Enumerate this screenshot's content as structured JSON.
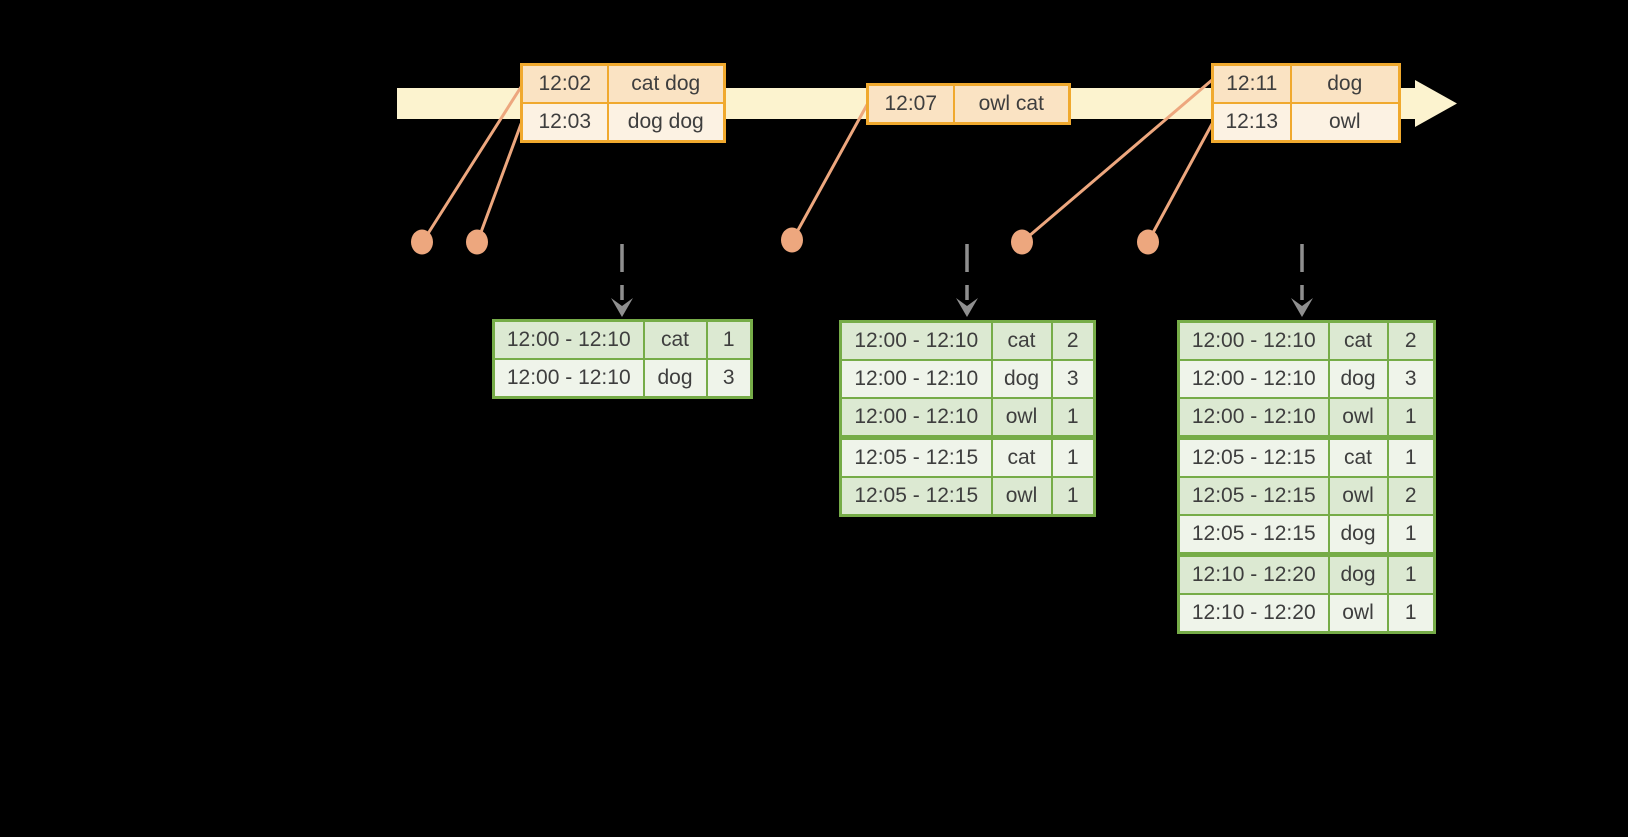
{
  "colors": {
    "background": "#000000",
    "timeline_band": "#FCF3CF",
    "event_border": "#F0A92E",
    "event_row_fill_a": "#FAE3C3",
    "event_row_fill_b": "#FCF2E3",
    "result_border": "#76AC48",
    "result_row_fill_a": "#DCE9D2",
    "result_row_fill_b": "#EFF4EA",
    "connector": "#EDA77E",
    "trigger_arrow": "#8F8F8F",
    "text": "#3E3E3E"
  },
  "event_tables": [
    {
      "rows": [
        {
          "time": "12:02",
          "words": "cat dog"
        },
        {
          "time": "12:03",
          "words": "dog dog"
        }
      ]
    },
    {
      "rows": [
        {
          "time": "12:07",
          "words": "owl cat"
        }
      ]
    },
    {
      "rows": [
        {
          "time": "12:11",
          "words": "dog"
        },
        {
          "time": "12:13",
          "words": "owl"
        }
      ]
    }
  ],
  "result_tables": [
    {
      "rows": [
        {
          "window": "12:00 - 12:10",
          "word": "cat",
          "count": "1"
        },
        {
          "window": "12:00 - 12:10",
          "word": "dog",
          "count": "3"
        }
      ]
    },
    {
      "rows": [
        {
          "window": "12:00 - 12:10",
          "word": "cat",
          "count": "2"
        },
        {
          "window": "12:00 - 12:10",
          "word": "dog",
          "count": "3"
        },
        {
          "window": "12:00 - 12:10",
          "word": "owl",
          "count": "1"
        },
        {
          "window": "12:05 - 12:15",
          "word": "cat",
          "count": "1"
        },
        {
          "window": "12:05 - 12:15",
          "word": "owl",
          "count": "1"
        }
      ]
    },
    {
      "rows": [
        {
          "window": "12:00 - 12:10",
          "word": "cat",
          "count": "2"
        },
        {
          "window": "12:00 - 12:10",
          "word": "dog",
          "count": "3"
        },
        {
          "window": "12:00 - 12:10",
          "word": "owl",
          "count": "1"
        },
        {
          "window": "12:05 - 12:15",
          "word": "cat",
          "count": "1"
        },
        {
          "window": "12:05 - 12:15",
          "word": "owl",
          "count": "2"
        },
        {
          "window": "12:05 - 12:15",
          "word": "dog",
          "count": "1"
        },
        {
          "window": "12:10 - 12:20",
          "word": "dog",
          "count": "1"
        },
        {
          "window": "12:10 - 12:20",
          "word": "owl",
          "count": "1"
        }
      ]
    }
  ]
}
